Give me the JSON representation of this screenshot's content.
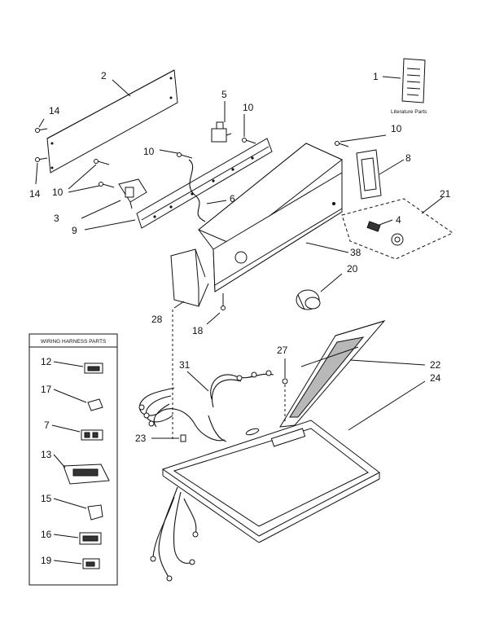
{
  "callouts": {
    "n1": "1",
    "n2": "2",
    "n3": "3",
    "n4": "4",
    "n5": "5",
    "n6": "6",
    "n8": "8",
    "n9": "9",
    "n10a": "10",
    "n10b": "10",
    "n10c": "10",
    "n10d": "10",
    "n14a": "14",
    "n14b": "14",
    "n16": "16",
    "n18": "18",
    "n20": "20",
    "n21": "21",
    "n22": "22",
    "n23": "23",
    "n24": "24",
    "n27": "27",
    "n28": "28",
    "n31": "31",
    "n38": "38"
  },
  "literature": {
    "label": "Literature Parts"
  },
  "wiring_box": {
    "title": "WIRING HARNESS PARTS",
    "items": [
      "12",
      "17",
      "7",
      "13",
      "15",
      "16",
      "19"
    ]
  }
}
